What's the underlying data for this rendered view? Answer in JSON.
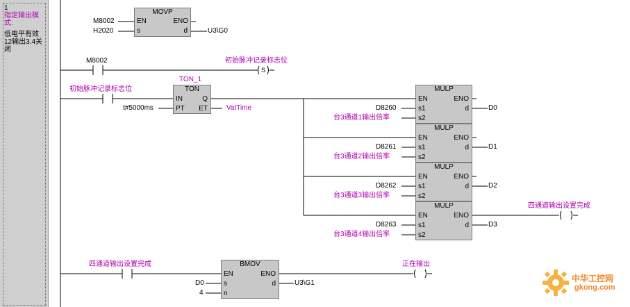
{
  "comment": {
    "lines": [
      "1",
      "指定输出模",
      "式:",
      "低电平有效",
      "12输出3.4关",
      "闭"
    ]
  },
  "rung1": {
    "block": "MOVP",
    "en": "EN",
    "eno": "ENO",
    "s": "s",
    "d": "d",
    "contact": "M8002",
    "src": "H2020",
    "dst": "U3\\G0"
  },
  "rung2": {
    "contact": "M8002",
    "coil_comment": "初始脉冲记录标志位",
    "coil": "S"
  },
  "rung3": {
    "contact_comment": "初始脉冲记录标志位",
    "timer_name": "TON_1",
    "timer_type": "TON",
    "in": "IN",
    "q": "Q",
    "pt": "PT",
    "et": "ET",
    "preset": "t#5000ms",
    "et_out": "VatTime",
    "mulp": [
      {
        "block": "MULP",
        "en": "EN",
        "eno": "ENO",
        "s1": "s1",
        "s2": "s2",
        "d": "d",
        "src1": "D8260",
        "src2": "台3通道1输出倍率",
        "dst": "D0"
      },
      {
        "block": "MULP",
        "en": "EN",
        "eno": "ENO",
        "s1": "s1",
        "s2": "s2",
        "d": "d",
        "src1": "D8261",
        "src2": "台3通道2输出倍率",
        "dst": "D1"
      },
      {
        "block": "MULP",
        "en": "EN",
        "eno": "ENO",
        "s1": "s1",
        "s2": "s2",
        "d": "d",
        "src1": "D8262",
        "src2": "台3通道3输出倍率",
        "dst": "D2"
      },
      {
        "block": "MULP",
        "en": "EN",
        "eno": "ENO",
        "s1": "s1",
        "s2": "s2",
        "d": "d",
        "src1": "D8263",
        "src2": "台3通道4输出倍率",
        "dst": "D3"
      }
    ],
    "coil_comment": "四通道输出设置完成"
  },
  "rung4": {
    "contact_comment": "四通道输出设置完成",
    "block": "BMOV",
    "en": "EN",
    "eno": "ENO",
    "s": "s",
    "d": "d",
    "n": "n",
    "src": "D0",
    "num": "4",
    "dst": "U3\\G1",
    "coil_comment": "正在输出"
  },
  "watermark": {
    "site_cn": "中华工控网",
    "site_en": "gkong.com"
  }
}
